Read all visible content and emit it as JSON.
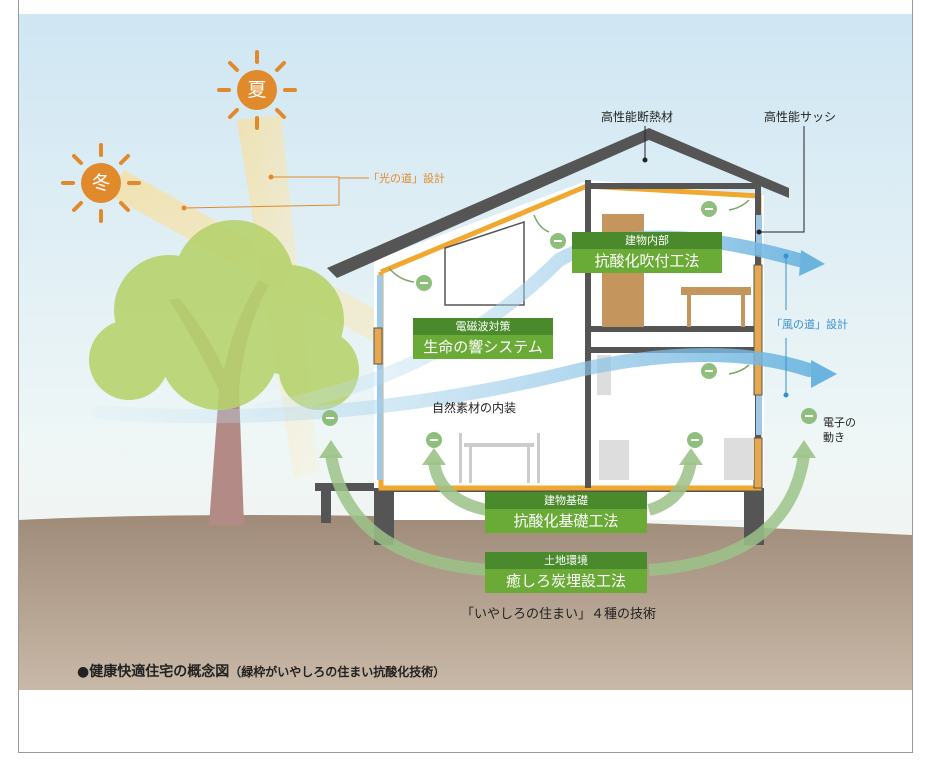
{
  "suns": {
    "summer": {
      "label": "夏",
      "icon": "sun-icon"
    },
    "winter": {
      "label": "冬",
      "icon": "sun-icon"
    }
  },
  "labels": {
    "light_path": "「光の道」設計",
    "insulation": "高性能断熱材",
    "sash": "高性能サッシ",
    "wind_path": "「風の道」設計",
    "natural_materials": "自然素材の内装",
    "electron_line1": "電子の",
    "electron_line2": "動き",
    "four_techniques": "「いやしろの住まい」４種の技術"
  },
  "boxes": {
    "interior": {
      "head": "建物内部",
      "body": "抗酸化吹付工法"
    },
    "emf": {
      "head": "電磁波対策",
      "body": "生命の響システム"
    },
    "foundation": {
      "head": "建物基礎",
      "body": "抗酸化基礎工法"
    },
    "land": {
      "head": "土地環境",
      "body": "癒しろ炭埋設工法"
    }
  },
  "caption": {
    "main": "●健康快適住宅の概念図",
    "sub": "（緑枠がいやしろの住まい抗酸化技術）"
  },
  "colors": {
    "sun": "#e08a2c",
    "green_head": "#4a8a2c",
    "green_body": "#6aaa36",
    "wind": "#5ba6d6",
    "insulation": "#f0a830",
    "ground": "#a08c7c",
    "roof": "#555555"
  }
}
